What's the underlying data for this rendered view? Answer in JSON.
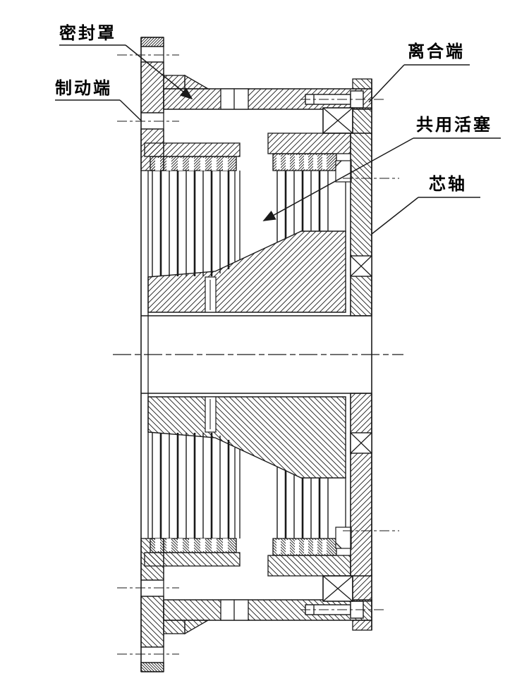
{
  "colors": {
    "ink": "#1a1a1a",
    "paper": "#ffffff"
  },
  "callouts": {
    "seal_cover": "密封罩",
    "brake_end": "制动端",
    "clutch_end": "离合端",
    "shared_piston": "共用活塞",
    "core_shaft": "芯轴"
  }
}
